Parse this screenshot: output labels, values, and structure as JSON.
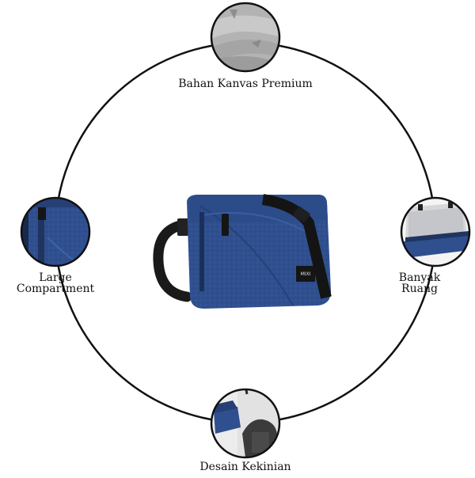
{
  "features": {
    "top": {
      "label": "Bahan Kanvas Premium",
      "image": "canvas-fabric-icon"
    },
    "left": {
      "label": "Large\nCompartment",
      "image": "front-compartment-icon"
    },
    "right": {
      "label": "Banyak\nRuang",
      "image": "open-interior-icon"
    },
    "bottom": {
      "label": "Desain Kekinian",
      "image": "bag-style-icon"
    }
  },
  "product": {
    "image": "blue-messenger-bag",
    "brand_tag": "MIXI",
    "colors": {
      "body": "#2f4f8f",
      "body_dark": "#203a70",
      "strap": "#1a1a1a",
      "ring": "#111111"
    }
  }
}
